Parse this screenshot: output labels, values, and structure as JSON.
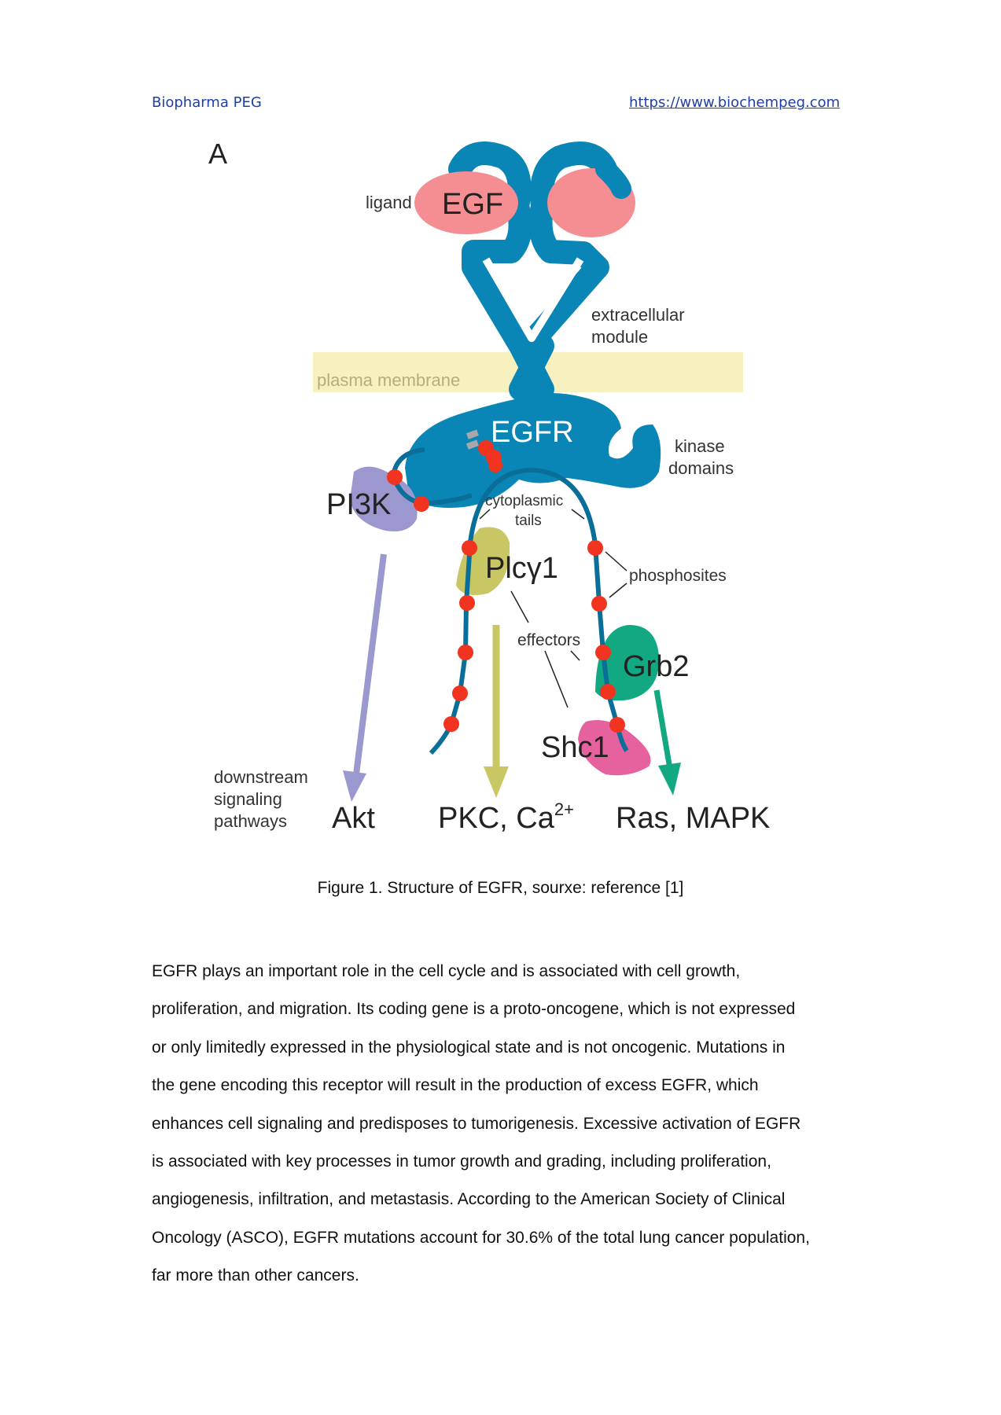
{
  "header": {
    "left": "Biopharma PEG",
    "right_link": "https://www.biochempeg.com"
  },
  "figure": {
    "panel_label": "A",
    "labels": {
      "ligand": "ligand",
      "egf": "EGF",
      "extracellular_1": "extracellular",
      "extracellular_2": "module",
      "membrane": "plasma membrane",
      "egfr": "EGFR",
      "kinase_1": "kinase",
      "kinase_2": "domains",
      "pi3k": "PI3K",
      "cytoplasmic_1": "cytoplasmic",
      "cytoplasmic_2": "tails",
      "plcg1": "Plcγ1",
      "phosphosites": "phosphosites",
      "effectors": "effectors",
      "grb2": "Grb2",
      "shc1": "Shc1",
      "downstream_1": "downstream",
      "downstream_2": "signaling",
      "downstream_3": "pathways",
      "akt": "Akt",
      "pkc": "PKC, Ca",
      "pkc_sup": "2+",
      "ras": "Ras, MAPK"
    },
    "colors": {
      "receptor": "#0a86b6",
      "egf": "#f48e93",
      "membrane": "#f7f0bf",
      "membrane_text": "#b9ad7d",
      "phosphosite": "#f0341f",
      "pi3k": "#9b98cf",
      "plcg1": "#c9c763",
      "grb2": "#12a882",
      "shc1": "#e5629f"
    }
  },
  "caption": "Figure 1. Structure of EGFR, sourxe: reference [1]",
  "body_lines": [
    "EGFR plays an important role in the cell cycle and is associated with cell growth,",
    "proliferation, and migration. Its coding gene is a proto-oncogene, which is not expressed",
    "or only limitedly expressed in the physiological state and is not oncogenic. Mutations in",
    "the gene encoding this receptor will result in the production of excess EGFR, which",
    "enhances cell signaling and predisposes to tumorigenesis. Excessive activation of EGFR",
    "is associated with key processes in tumor growth and grading, including proliferation,",
    "angiogenesis, infiltration, and metastasis. According to the American Society of Clinical",
    "Oncology (ASCO), EGFR mutations account for 30.6% of the total lung cancer population,",
    "far more than other cancers."
  ]
}
